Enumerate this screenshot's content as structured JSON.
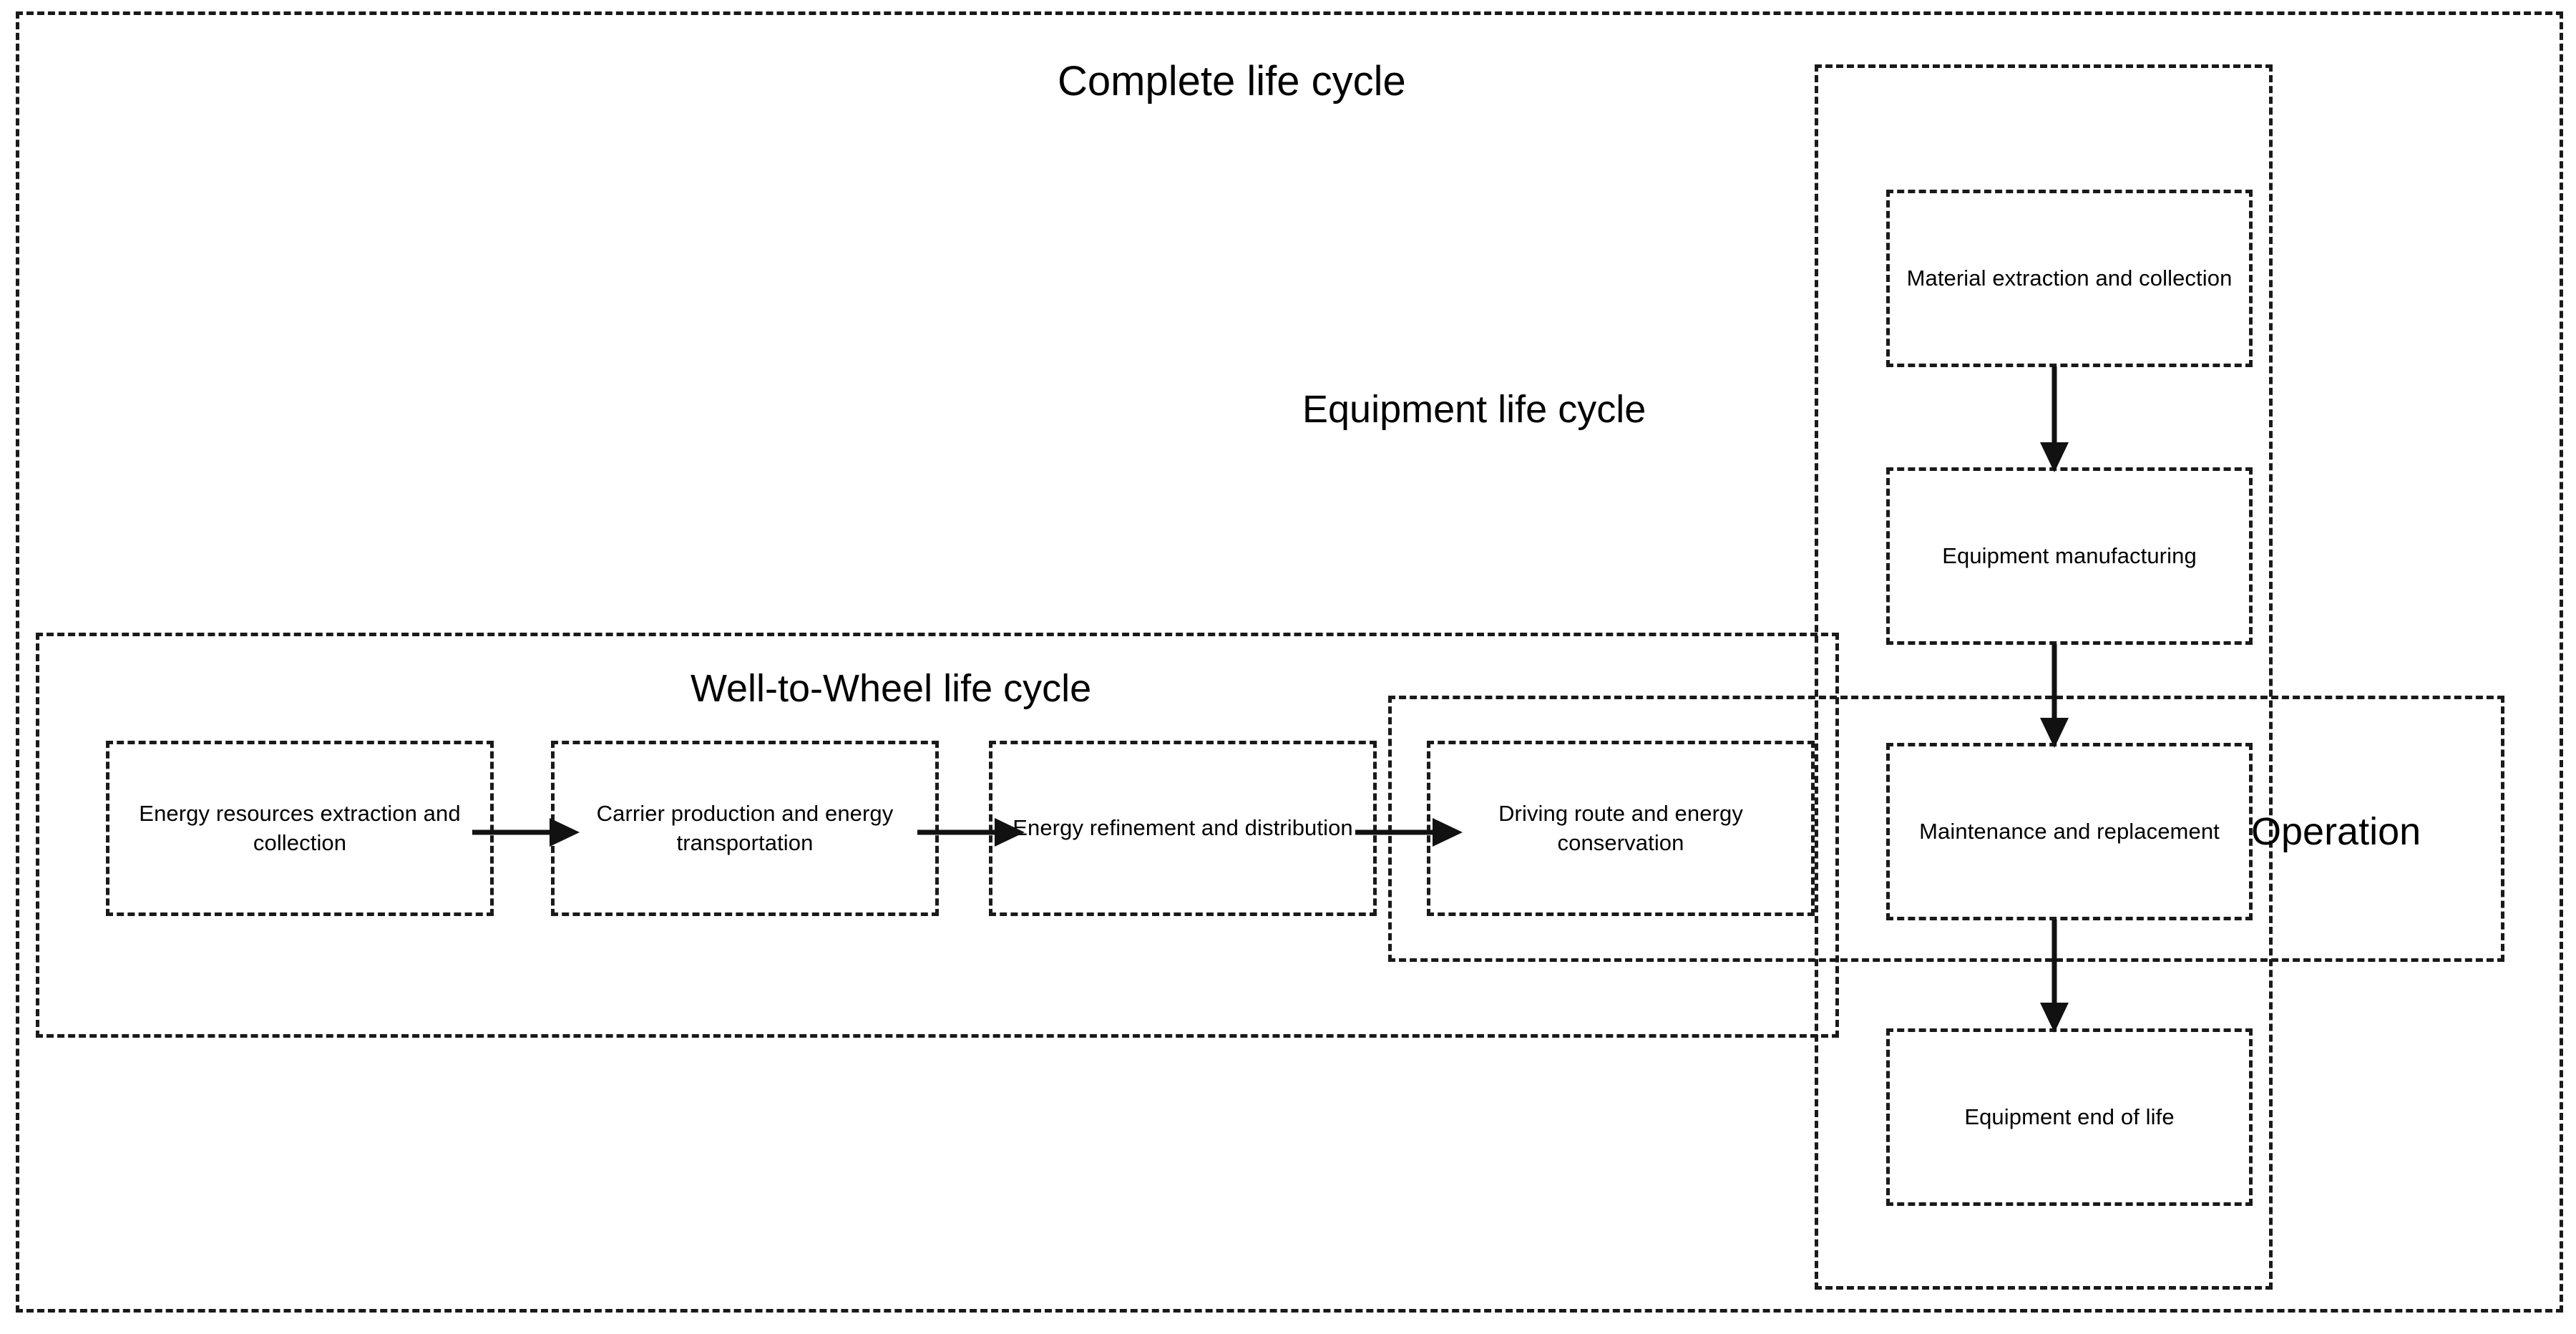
{
  "diagram": {
    "title": "Complete life cycle",
    "scopes": [
      {
        "id": "complete",
        "label": "Complete life cycle"
      },
      {
        "id": "equipment",
        "label": "Equipment life cycle"
      },
      {
        "id": "welltowheel",
        "label": "Well-to-Wheel life cycle"
      },
      {
        "id": "operation",
        "label": "Operation"
      }
    ],
    "wtw_stages": [
      {
        "id": "energy-resources-extraction-and-collection",
        "label": "Energy resources extraction and collection"
      },
      {
        "id": "carrier-production-and-energy-transportation",
        "label": "Carrier production and energy transportation"
      },
      {
        "id": "energy-refinement-and-distribution",
        "label": "Energy refinement and distribution"
      },
      {
        "id": "driving-route-and-energy-conservation",
        "label": "Driving route and energy conservation"
      }
    ],
    "equipment_stages": [
      {
        "id": "material-extraction-and-collection",
        "label": "Material extraction and collection"
      },
      {
        "id": "equipment-manufacturing",
        "label": "Equipment manufacturing"
      },
      {
        "id": "maintenance-and-replacement",
        "label": "Maintenance and replacement"
      },
      {
        "id": "equipment-end-of-life",
        "label": "Equipment end of life"
      }
    ],
    "colors": {
      "line": "#1a1a1a",
      "text": "#000000",
      "background": "#ffffff"
    }
  }
}
